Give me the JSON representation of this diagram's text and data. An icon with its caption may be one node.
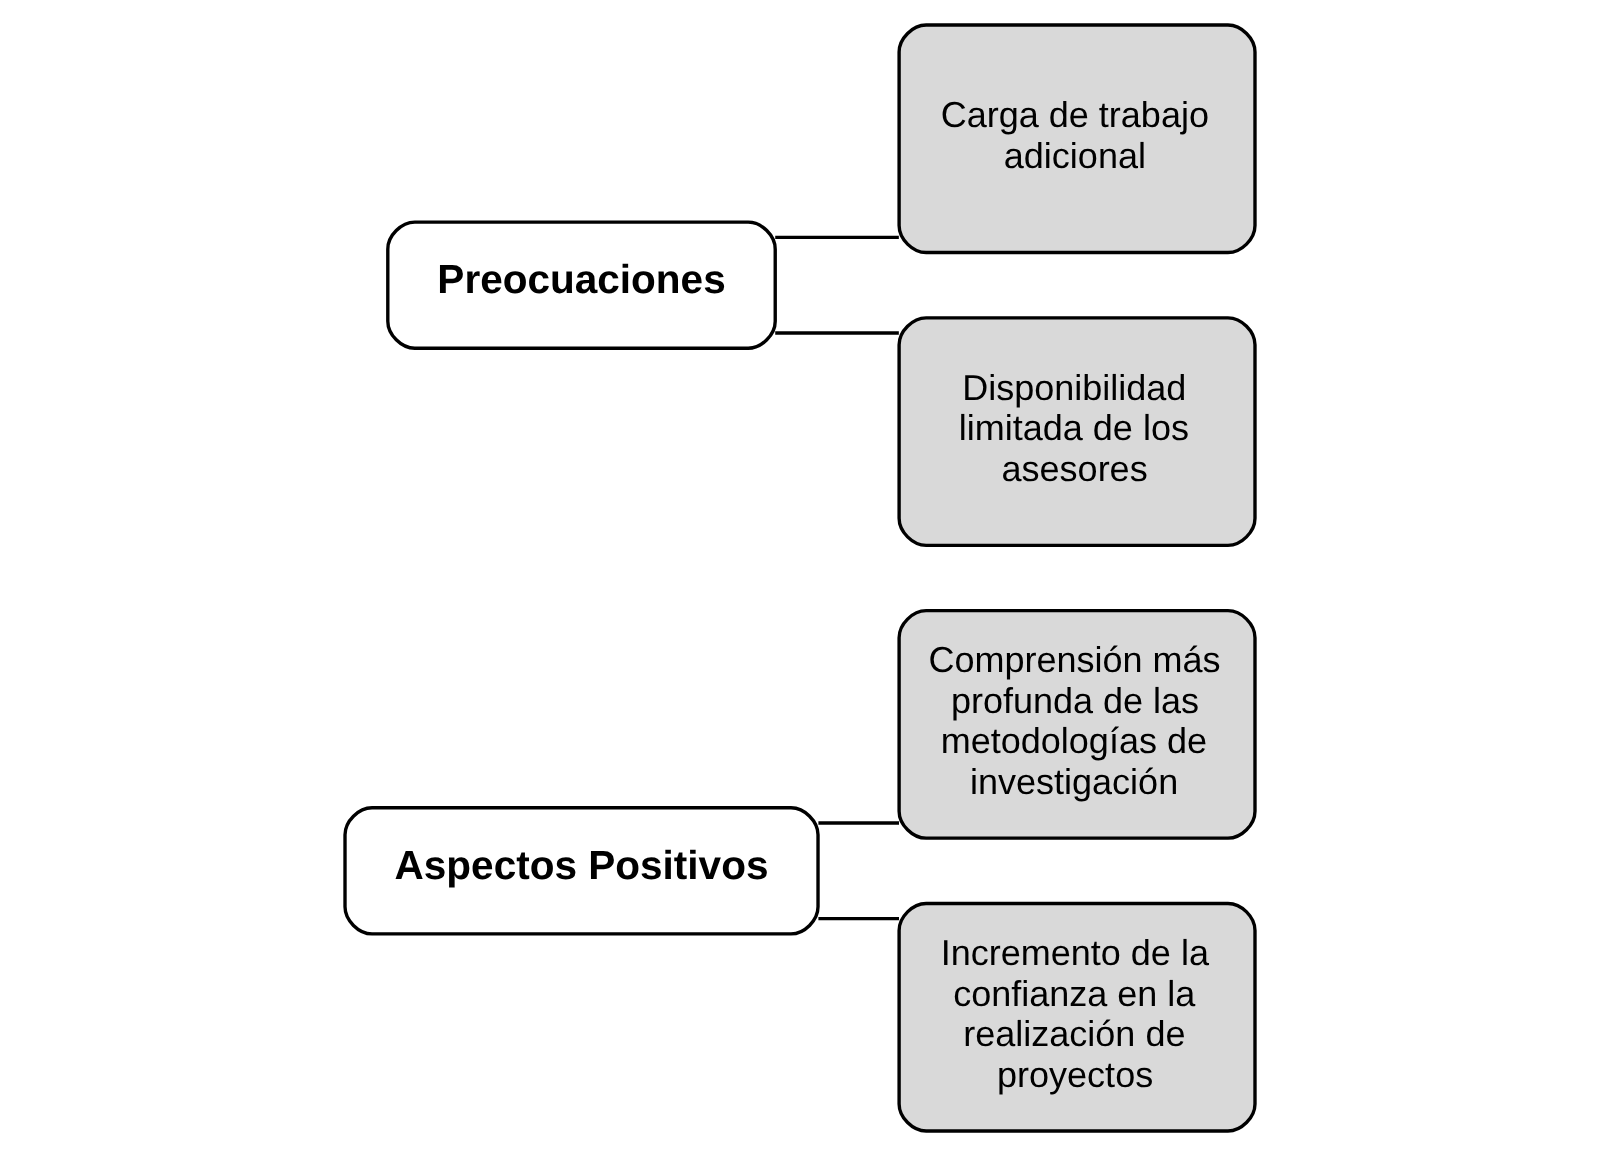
{
  "diagram": {
    "nodes": [
      {
        "text": [
          "Aspectos Positivos"
        ]
      },
      {
        "text": [
          "Comprensión más profunda de las metodologías de investigación"
        ]
      },
      {
        "text": [
          "Incremento de la confianza en la realización de proyectos"
        ]
      },
      {
        "text": [
          "Preocuaciones"
        ]
      },
      {
        "text": [
          "Carga de trabajo adicional"
        ]
      },
      {
        "text": [
          "Disponibilidad limitada de los asesores"
        ]
      }
    ],
    "edges": [
      {
        "from": 0,
        "to": 1,
        "arrow": "none"
      },
      {
        "from": 0,
        "to": 2,
        "arrow": "none"
      },
      {
        "from": 3,
        "to": 4,
        "arrow": "none"
      },
      {
        "from": 3,
        "to": 5,
        "arrow": "none"
      }
    ]
  }
}
